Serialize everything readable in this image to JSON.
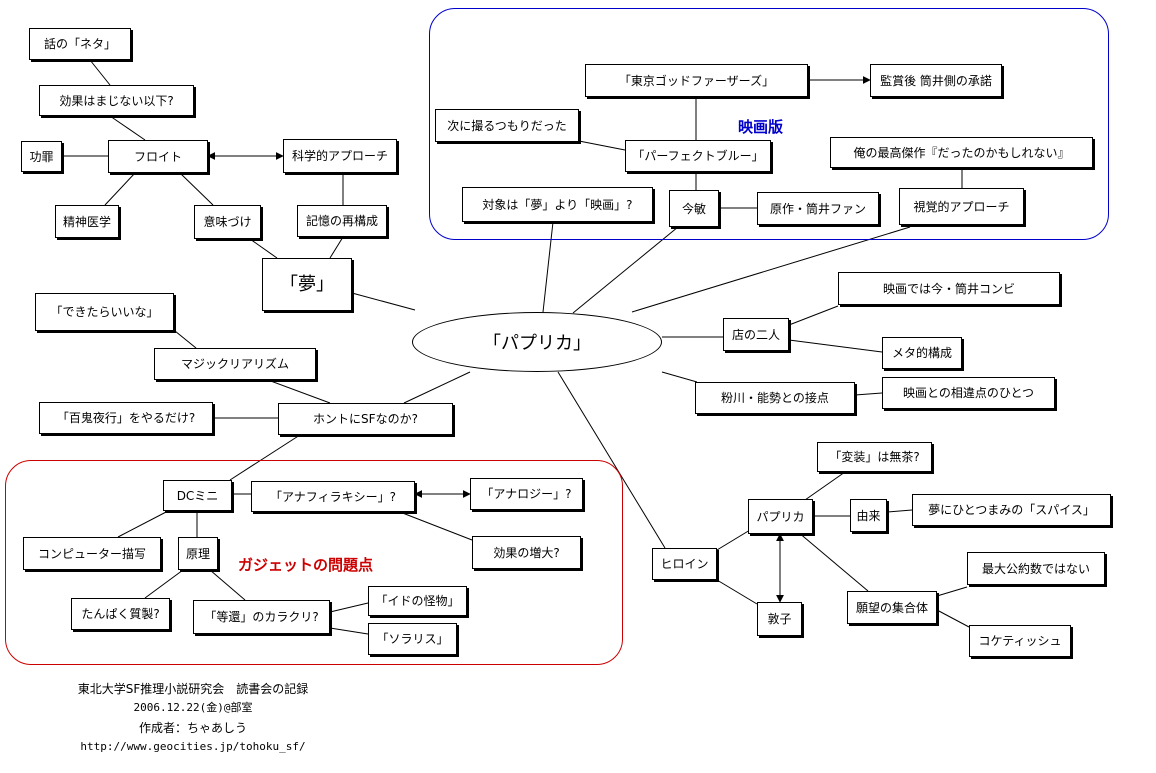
{
  "central": "「パプリカ」",
  "nodes": {
    "n1": "話の「ネタ」",
    "n2": "効果はまじない以下?",
    "n3": "功罪",
    "n4": "フロイト",
    "n5": "科学的アプローチ",
    "n6": "精神医学",
    "n7": "意味づけ",
    "n8": "記憶の再構成",
    "n9": "「夢」",
    "n10": "「東京ゴッドファーザーズ」",
    "n11": "監賞後 筒井側の承諾",
    "n12": "次に撮るつもりだった",
    "n13": "「パーフェクトブルー」",
    "n14": "俺の最高傑作『だったのかもしれない』",
    "n15": "対象は「夢」より「映画」?",
    "n16": "今敏",
    "n17": "原作・筒井ファン",
    "n18": "視覚的アプローチ",
    "n19": "映画では今・筒井コンビ",
    "n20": "「できたらいいな」",
    "n21": "店の二人",
    "n22": "メタ的構成",
    "n23": "マジックリアリズム",
    "n24": "粉川・能勢との接点",
    "n25": "映画との相違点のひとつ",
    "n26": "「百鬼夜行」をやるだけ?",
    "n27": "ホントにSFなのか?",
    "n28": "「変装」は無茶?",
    "n29": "DCミニ",
    "n30": "「アナフィラキシー」?",
    "n31": "「アナロジー」?",
    "n32": "パプリカ",
    "n33": "由来",
    "n34": "夢にひとつまみの「スパイス」",
    "n35": "コンピューター描写",
    "n36": "原理",
    "n37": "効果の増大?",
    "n38": "ヒロイン",
    "n39": "最大公約数ではない",
    "n40": "たんぱく質製?",
    "n41": "「イドの怪物」",
    "n42": "「等還」のカラクリ?",
    "n43": "願望の集合体",
    "n44": "敦子",
    "n45": "「ソラリス」",
    "n46": "コケティッシュ"
  },
  "groups": {
    "movie": {
      "label": "映画版",
      "color": "#0000cc"
    },
    "gadget": {
      "label": "ガジェットの問題点",
      "color": "#cc0000"
    }
  },
  "credits": {
    "line1": "東北大学SF推理小説研究会　読書会の記録",
    "line2": "2006.12.22(金)@部室",
    "line3": "作成者：ちゃあしう",
    "line4": "http://www.geocities.jp/tohoku_sf/"
  }
}
